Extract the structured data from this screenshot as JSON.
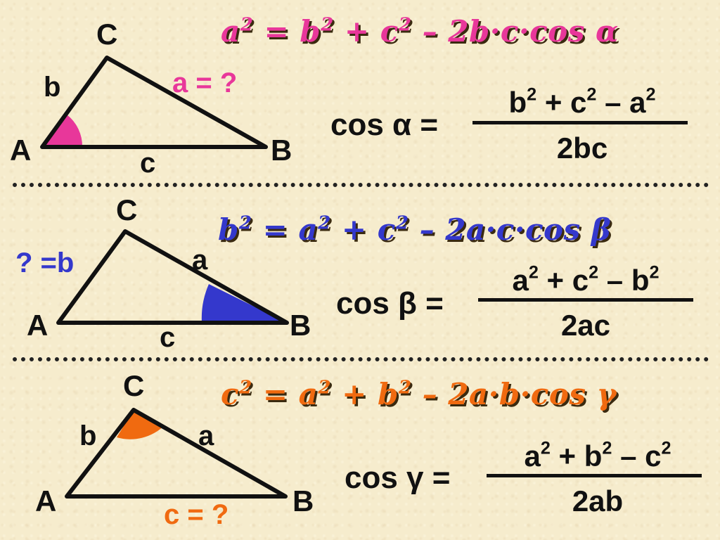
{
  "colors": {
    "magenta": "#e8379a",
    "blue": "#3438cc",
    "orange": "#f06a10",
    "black": "#111111",
    "background": "#f6eccd"
  },
  "rows": [
    {
      "law": {
        "lhs": "a",
        "rhs1": "b",
        "rhs2": "c",
        "coef": "2b·c·cos",
        "angle": "α"
      },
      "cos_lhs": "cos α =",
      "frac": {
        "n1": "b",
        "n2": "c",
        "n3": "a",
        "den": "2bc"
      },
      "vertex": {
        "A": "A",
        "B": "B",
        "C": "C"
      },
      "sides": {
        "s1": "b",
        "s2": "c"
      },
      "unknown": {
        "letter": "a",
        "text": "= ?"
      }
    },
    {
      "law": {
        "lhs": "b",
        "rhs1": "a",
        "rhs2": "c",
        "coef": "2a·c·cos",
        "angle": "β"
      },
      "cos_lhs": "cos β =",
      "frac": {
        "n1": "a",
        "n2": "c",
        "n3": "b",
        "den": "2ac"
      },
      "vertex": {
        "A": "A",
        "B": "B",
        "C": "C"
      },
      "sides": {
        "s1": "a",
        "s2": "c"
      },
      "unknown": {
        "letter": "b",
        "text": "? ="
      }
    },
    {
      "law": {
        "lhs": "c",
        "rhs1": "a",
        "rhs2": "b",
        "coef": "2a·b·cos",
        "angle": "γ"
      },
      "cos_lhs": "cos γ =",
      "frac": {
        "n1": "a",
        "n2": "b",
        "n3": "c",
        "den": "2ab"
      },
      "vertex": {
        "A": "A",
        "B": "B",
        "C": "C"
      },
      "sides": {
        "s1": "b",
        "s2": "a"
      },
      "unknown": {
        "letter": "c",
        "text": "= ?"
      }
    }
  ],
  "symbols": {
    "eq": "=",
    "plus": "+",
    "minus": "–",
    "sq": "2"
  }
}
